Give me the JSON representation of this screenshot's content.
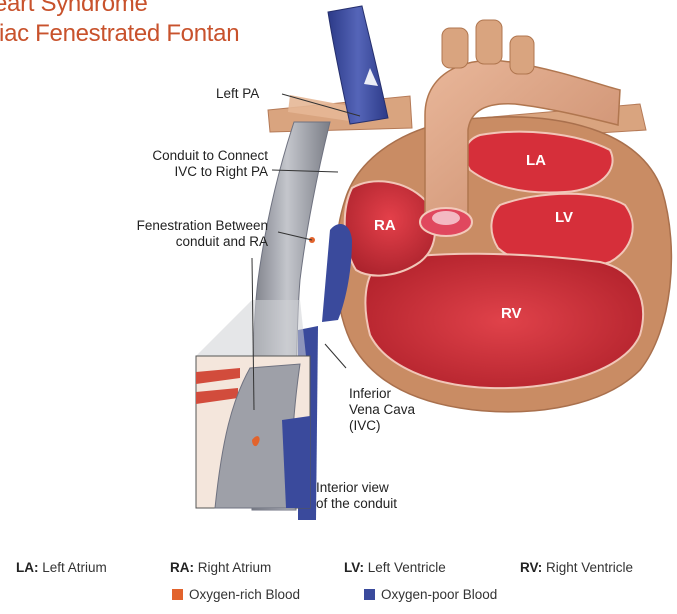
{
  "title": {
    "line1": "eart Syndrome",
    "line2": "liac Fenestrated Fontan"
  },
  "callouts": {
    "left_pa": "Left PA",
    "conduit_line1": "Conduit to Connect",
    "conduit_line2": "IVC to Right PA",
    "fenestration_line1": "Fenestration Between",
    "fenestration_line2": "conduit and RA",
    "ivc_line1": "Inferior",
    "ivc_line2": "Vena Cava",
    "ivc_line3": "(IVC)",
    "interior_line1": "Interior view",
    "interior_line2": "of the conduit"
  },
  "chambers": {
    "la": "LA",
    "lv": "LV",
    "ra": "RA",
    "rv": "RV"
  },
  "abbreviations": [
    {
      "abbr": "LA:",
      "text": " Left Atrium"
    },
    {
      "abbr": "RA:",
      "text": " Right Atrium"
    },
    {
      "abbr": "LV:",
      "text": " Left Ventricle"
    },
    {
      "abbr": "RV:",
      "text": " Right Ventricle"
    }
  ],
  "legend": {
    "oxygen_rich": "Oxygen-rich Blood",
    "oxygen_poor": "Oxygen-poor Blood"
  },
  "colors": {
    "title": "#c8522c",
    "oxygen_rich": "#e2632c",
    "oxygen_poor": "#3a4a9c",
    "heart_outline": "#c98c64",
    "heart_red": "#d62f3a",
    "conduit_gray": "#9a9ca4"
  }
}
